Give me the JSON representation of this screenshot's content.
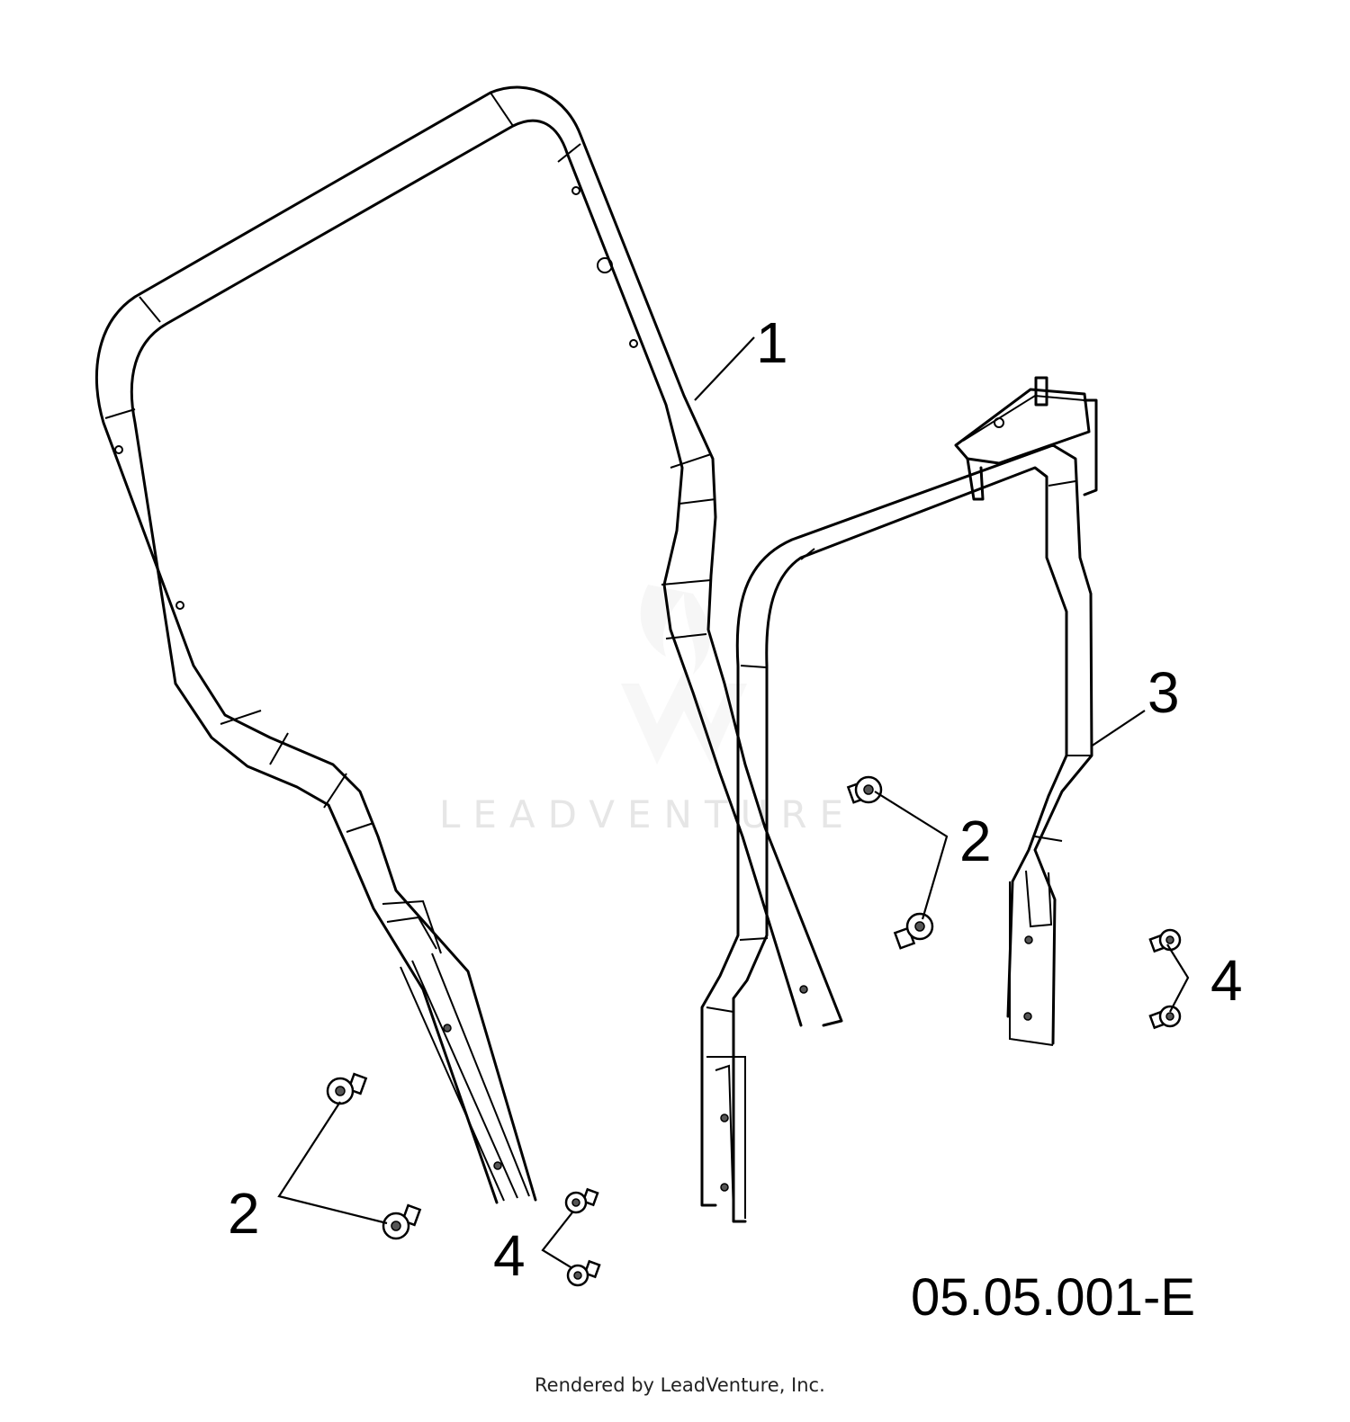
{
  "diagram": {
    "callouts": [
      {
        "id": "1",
        "text": "1"
      },
      {
        "id": "2a",
        "text": "2"
      },
      {
        "id": "2b",
        "text": "2"
      },
      {
        "id": "3",
        "text": "3"
      },
      {
        "id": "4a",
        "text": "4"
      },
      {
        "id": "4b",
        "text": "4"
      }
    ],
    "figure_code": "05.05.001-E",
    "watermark": "LEADVENTURE",
    "credit": "Rendered by LeadVenture, Inc."
  },
  "colors": {
    "line": "#000000",
    "background": "#ffffff",
    "watermark": "#e6e6e6"
  }
}
